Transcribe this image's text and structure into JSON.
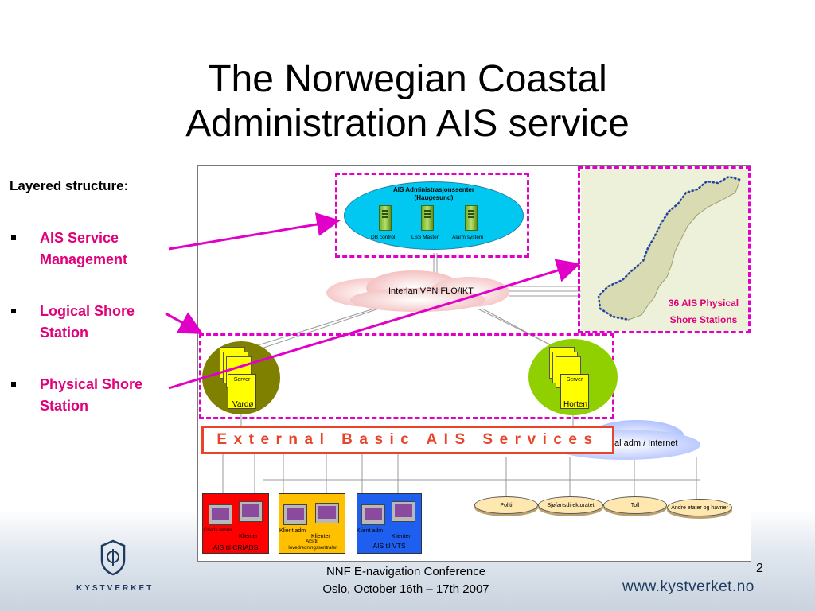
{
  "title": {
    "line1": "The Norwegian Coastal",
    "line2": "Administration AIS service"
  },
  "left": {
    "heading": "Layered structure:",
    "bullets": [
      "AIS Service Management",
      "Logical Shore Station",
      "Physical Shore Station"
    ]
  },
  "diagram": {
    "admin_center": {
      "title": "AIS Administrasjonssenter",
      "subtitle": "(Haugesund)",
      "servers": [
        "DB control",
        "LSS Master",
        "Alarm system"
      ]
    },
    "vpn_label": "Interlan VPN FLO/IKT",
    "physical_stations": "36 AIS Physical Shore Stations",
    "logical_stations": [
      {
        "server": "Server",
        "name": "Vardø"
      },
      {
        "server": "Server",
        "name": "Horten"
      }
    ],
    "external_services": "External Basic AIS Services",
    "external_network": "al adm / Internet",
    "clients": [
      {
        "server_label": "Criads server",
        "client_label": "Klienter",
        "name": "AIS til CRIADS"
      },
      {
        "server_label": "Klient adm",
        "client_label": "Klienter",
        "sub_label": "AIS til",
        "name": "Hovedredningssentralen"
      },
      {
        "server_label": "Klient adm",
        "client_label": "Klienter",
        "name": "AIS til VTS"
      }
    ],
    "agencies": [
      "Politi",
      "Sjøfartsdirektoratet",
      "Toll",
      "Andre etater og havner"
    ]
  },
  "footer": {
    "line1": "NNF  E-navigation Conference",
    "line2": "Oslo, October 16th – 17th 2007",
    "page": "2",
    "url": "www.kystverket.no",
    "logo_text": "KYSTVERKET"
  },
  "colors": {
    "accent_magenta": "#e0007a",
    "dash_magenta": "#e000c8",
    "external_red": "#e8442a",
    "admin_cyan": "#00c8f0"
  }
}
